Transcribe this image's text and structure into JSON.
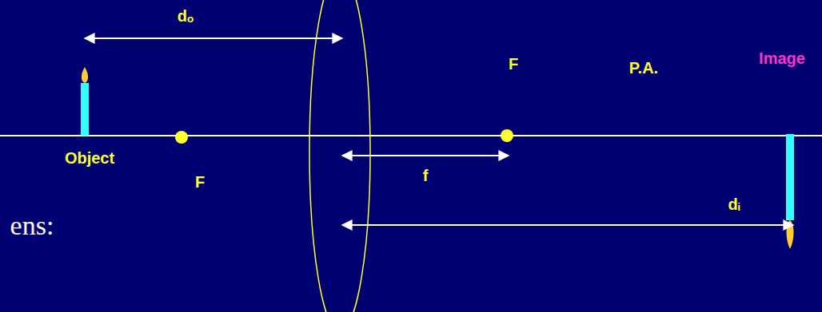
{
  "diagram": {
    "labels": [
      "dₒ",
      "F",
      "P.A.",
      "Image",
      "Object",
      "F",
      "f",
      "ens:",
      "dᵢ"
    ]
  }
}
